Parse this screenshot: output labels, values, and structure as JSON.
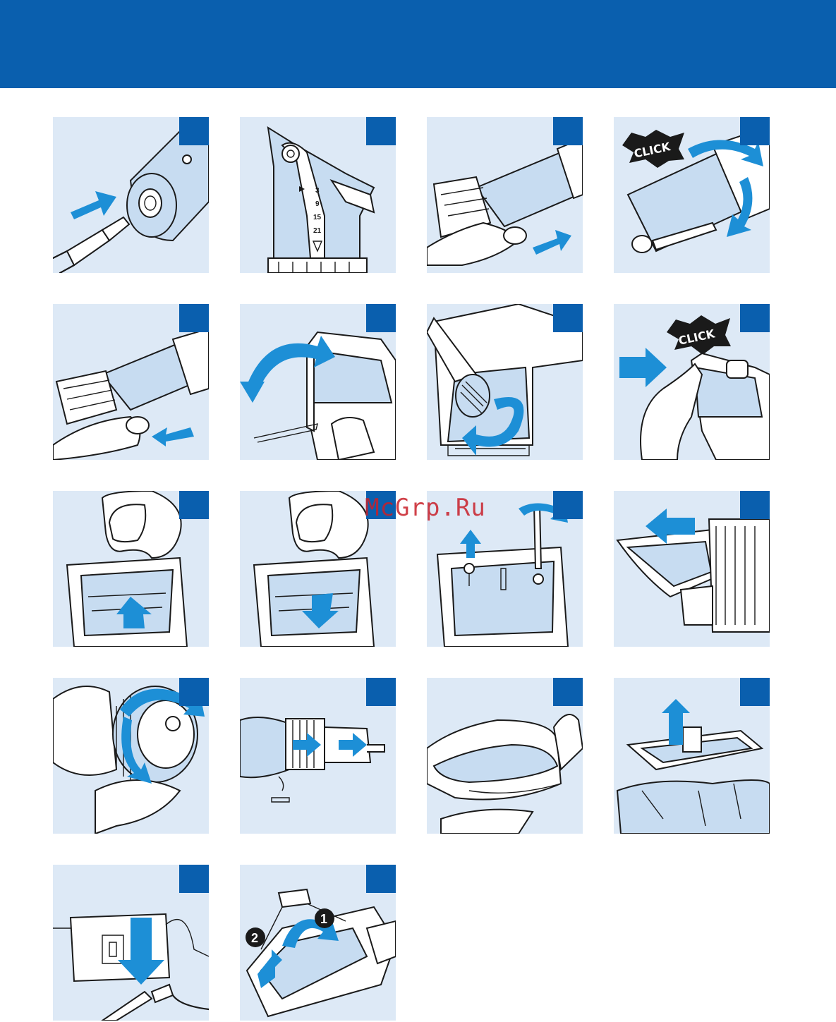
{
  "header": {
    "band_color": "#0a5fae"
  },
  "accent": {
    "panel_bg": "#dde9f6",
    "badge": "#0a5fae",
    "arrow": "#1d8fd6"
  },
  "watermark": "McGrp.Ru",
  "figures": [
    {
      "icon": "plug-in-adapter-icon"
    },
    {
      "icon": "length-setting-dial-icon",
      "dial_values": [
        "3",
        "9",
        "15",
        "21"
      ]
    },
    {
      "icon": "attach-comb-icon"
    },
    {
      "icon": "rotate-click-icon",
      "label": "CLICK"
    },
    {
      "icon": "remove-comb-icon"
    },
    {
      "icon": "open-head-icon"
    },
    {
      "icon": "brush-clean-icon"
    },
    {
      "icon": "close-head-click-icon",
      "label": "CLICK"
    },
    {
      "icon": "push-up-cutter-icon"
    },
    {
      "icon": "push-down-cutter-icon"
    },
    {
      "icon": "unscrew-icon"
    },
    {
      "icon": "pull-off-head-icon"
    },
    {
      "icon": "twist-ring-icon"
    },
    {
      "icon": "slide-out-unit-icon"
    },
    {
      "icon": "open-housing-icon"
    },
    {
      "icon": "lift-board-icon"
    },
    {
      "icon": "cut-battery-wire-icon"
    },
    {
      "icon": "remove-battery-icon",
      "steps": [
        "1",
        "2"
      ]
    }
  ]
}
